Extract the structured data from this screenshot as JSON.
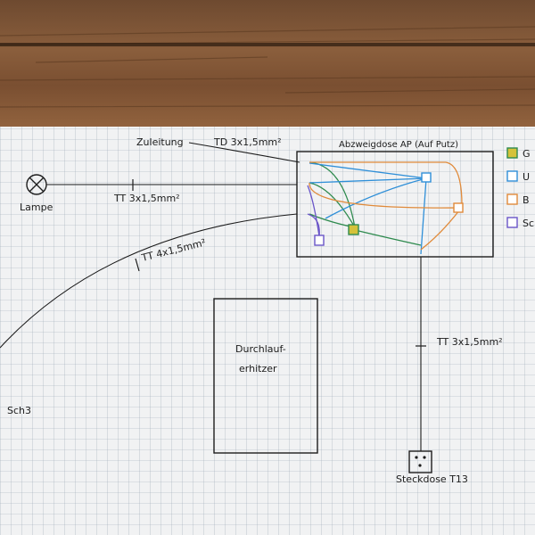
{
  "labels": {
    "zuleitung": "Zuleitung",
    "td_cable": "TD 3x1,5mm²",
    "junction_title": "Abzweigdose AP (Auf Putz)",
    "lamp": "Lampe",
    "tt_lamp": "TT 3x1,5mm²",
    "tt_4": "TT 4x1,5mm²",
    "heater": "Durchlauf-\nerhitzer",
    "tt_socket": "TT 3x1,5mm²",
    "socket": "Steckdose T13",
    "sch3": "Sch3"
  },
  "legend": [
    {
      "label": "G",
      "color": "#d4c23a"
    },
    {
      "label": "U",
      "color": "#2f8fd8"
    },
    {
      "label": "B",
      "color": "#e08a3a"
    },
    {
      "label": "Sc",
      "color": "#6a55c8"
    }
  ],
  "wire_colors": {
    "green": "#2e8a4e",
    "blue": "#2f8fd8",
    "orange": "#e08a3a",
    "purple": "#6a55c8",
    "yellow": "#d4c23a"
  }
}
